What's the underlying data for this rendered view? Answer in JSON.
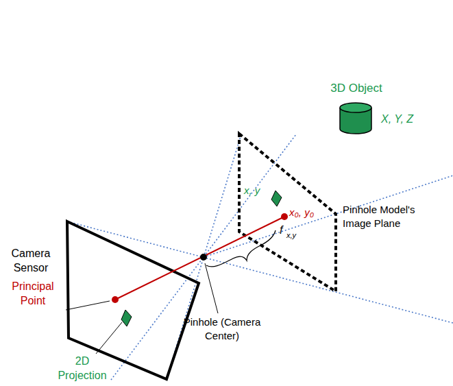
{
  "diagram": {
    "labels": [
      "3D Object",
      "X, Y, Z",
      "x, y",
      "x₀, y₀",
      "f",
      "x,y",
      "Pinhole Model's Image Plane",
      "Camera Sensor",
      "Principal Point",
      "2D Projection",
      "Pinhole (Camera Center)"
    ]
  }
}
